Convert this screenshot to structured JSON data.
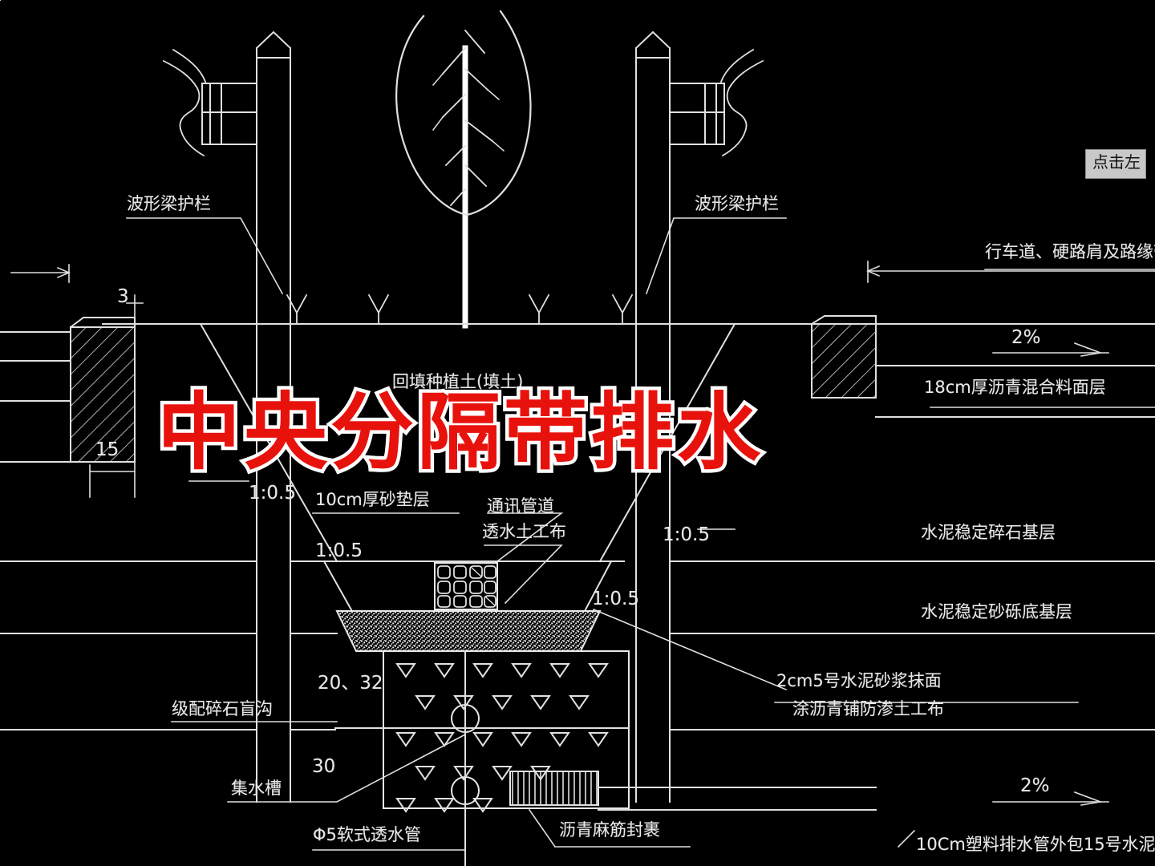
{
  "drawing": {
    "title_overlay": "中央分隔带排水",
    "title_color": "#e8120d",
    "background_color": "#000000",
    "line_color": "#e8e8e8"
  },
  "tooltip": {
    "label": "点击左"
  },
  "labels": {
    "guardrail_left": "波形梁护栏",
    "guardrail_right": "波形梁护栏",
    "carriageway": "行车道、硬路肩及路缘带",
    "backfill_soil": "回填种植土(填土)",
    "asphalt_surface": "18cm厚沥青混合料面层",
    "cement_crushed_base": "水泥稳定碎石基层",
    "cement_gravel_subbase": "水泥稳定砂砾底基层",
    "sand_cushion": "10cm厚砂垫层",
    "comm_pipe": "通讯管道",
    "permeable_geotextile": "透水土工布",
    "mortar_plaster": "2cm5号水泥砂浆抹面",
    "asphalt_geotextile": "涂沥青铺防渗土工布",
    "graded_crushed_stone_drain": "级配碎石盲沟",
    "collector_trough": "集水槽",
    "soft_permeable_pipe": "Φ5软式透水管",
    "asphalt_hemp_wrap": "沥青麻筋封裹",
    "plastic_drain_pipe": "10Cm塑料排水管外包15号水泥"
  },
  "dimensions": {
    "curb_top": "3",
    "curb_width": "15",
    "slope_left_upper": "1:0.5",
    "slope_left_lower": "1:0.5",
    "slope_right_upper": "1:0.5",
    "slope_right_lower": "1:0.5",
    "trench_width": "20、32",
    "trench_depth": "30",
    "cross_slope_right_top": "2%",
    "cross_slope_right_bottom": "2%"
  }
}
